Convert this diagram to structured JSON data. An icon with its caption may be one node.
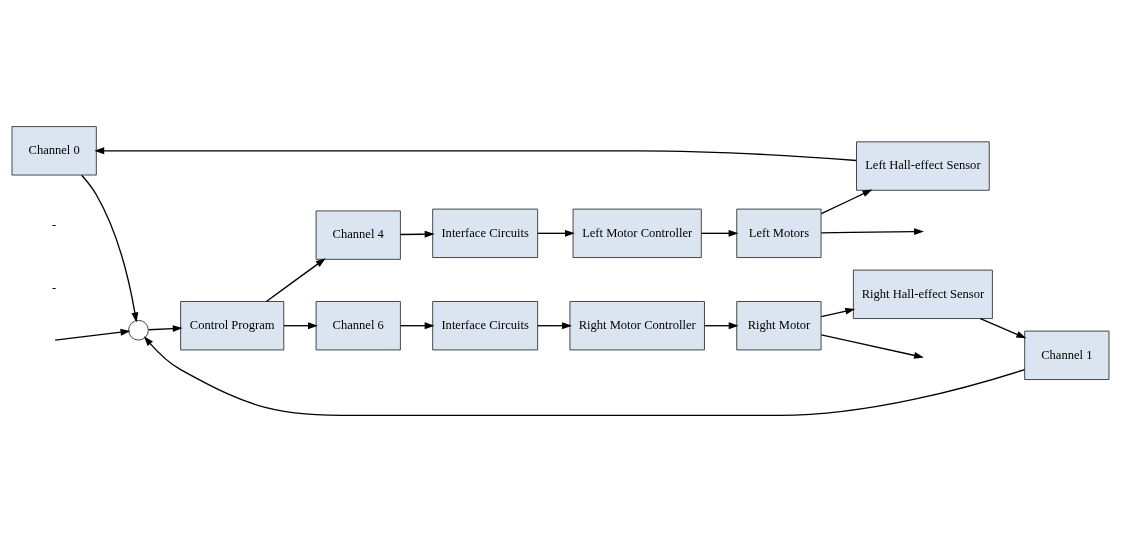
{
  "diagram": {
    "nodes": [
      {
        "text": [
          "Channel 0"
        ]
      },
      {
        "text": [
          "Left Hall-effect Sensor"
        ]
      },
      {
        "text": [],
        "shape": "circle"
      },
      {
        "text": [
          "Control Program"
        ]
      },
      {
        "text": [
          "Channel 4"
        ]
      },
      {
        "text": [
          "Interface Circuits"
        ]
      },
      {
        "text": [
          "Left Motor Controller"
        ]
      },
      {
        "text": [
          "Left Motors"
        ]
      },
      {
        "text": [
          "Channel 6"
        ]
      },
      {
        "text": [
          "Interface Circuits"
        ]
      },
      {
        "text": [
          "Right Motor Controller"
        ]
      },
      {
        "text": [
          "Right Motor"
        ]
      },
      {
        "text": [
          "Channel 1"
        ]
      },
      {
        "text": [
          "Right Hall-effect Sensor"
        ]
      }
    ],
    "edges": [
      {
        "from": null,
        "to": 2,
        "arrow": "to"
      },
      {
        "from": 2,
        "to": 3,
        "arrow": "to"
      },
      {
        "from": 3,
        "to": 4,
        "arrow": "to"
      },
      {
        "from": 3,
        "to": 8,
        "arrow": "to"
      },
      {
        "from": 4,
        "to": 5,
        "arrow": "to"
      },
      {
        "from": 5,
        "to": 6,
        "arrow": "to"
      },
      {
        "from": 6,
        "to": 7,
        "arrow": "to"
      },
      {
        "from": 8,
        "to": 9,
        "arrow": "to"
      },
      {
        "from": 9,
        "to": 10,
        "arrow": "to"
      },
      {
        "from": 10,
        "to": 11,
        "arrow": "to"
      },
      {
        "from": 7,
        "to": null,
        "arrow": "to"
      },
      {
        "from": 11,
        "to": null,
        "arrow": "to"
      },
      {
        "from": 7,
        "to": 1,
        "arrow": "to"
      },
      {
        "from": 1,
        "to": 0,
        "arrow": "to"
      },
      {
        "from": 0,
        "to": 2,
        "arrow": "to"
      },
      {
        "from": 11,
        "to": 13,
        "arrow": "to"
      },
      {
        "from": 13,
        "to": 12,
        "arrow": "to"
      },
      {
        "from": 12,
        "to": 2,
        "arrow": "to"
      }
    ],
    "labels": [
      "-",
      "-"
    ]
  }
}
